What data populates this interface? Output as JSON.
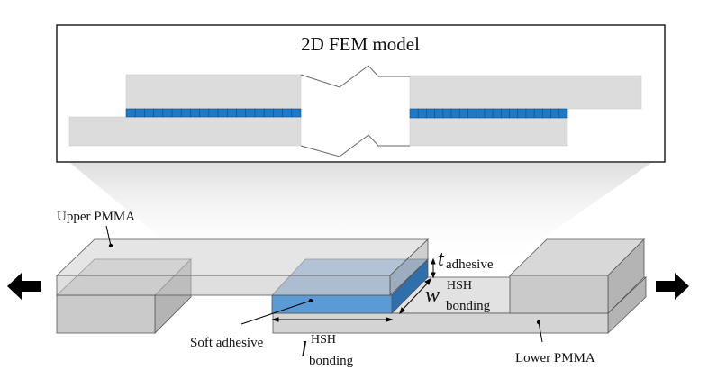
{
  "fem_panel": {
    "title": "2D FEM model",
    "mesh_cells_per_side": 19
  },
  "labels": {
    "upper_pmma": "Upper PMMA",
    "lower_pmma": "Lower PMMA",
    "soft_adhesive": "Soft adhesive",
    "t_symbol": "t",
    "t_sub": "adhesive",
    "w_symbol": "w",
    "w_sup": "HSH",
    "w_sub": "bonding",
    "l_symbol": "l",
    "l_sup": "HSH",
    "l_sub": "bonding"
  },
  "colors": {
    "pmma": "#d9d9d9",
    "adhesive": "#1f78c8",
    "adhesive_3d": "#5b9bd5",
    "arrow": "#000000"
  }
}
